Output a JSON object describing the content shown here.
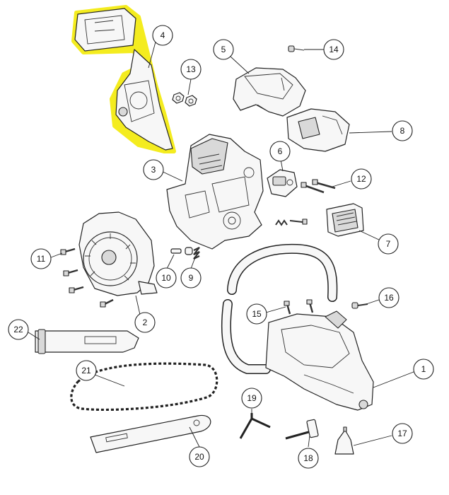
{
  "highlight_color": "#f4ec1f",
  "callouts": [
    {
      "id": "c1",
      "label": "1"
    },
    {
      "id": "c2",
      "label": "2"
    },
    {
      "id": "c3",
      "label": "3"
    },
    {
      "id": "c4",
      "label": "4"
    },
    {
      "id": "c5",
      "label": "5"
    },
    {
      "id": "c6",
      "label": "6"
    },
    {
      "id": "c7",
      "label": "7"
    },
    {
      "id": "c8",
      "label": "8"
    },
    {
      "id": "c9",
      "label": "9"
    },
    {
      "id": "c10",
      "label": "10"
    },
    {
      "id": "c11",
      "label": "11"
    },
    {
      "id": "c12",
      "label": "12"
    },
    {
      "id": "c13",
      "label": "13"
    },
    {
      "id": "c14",
      "label": "14"
    },
    {
      "id": "c15",
      "label": "15"
    },
    {
      "id": "c16",
      "label": "16"
    },
    {
      "id": "c17",
      "label": "17"
    },
    {
      "id": "c18",
      "label": "18"
    },
    {
      "id": "c19",
      "label": "19"
    },
    {
      "id": "c20",
      "label": "20"
    },
    {
      "id": "c21",
      "label": "21"
    },
    {
      "id": "c22",
      "label": "22"
    }
  ]
}
